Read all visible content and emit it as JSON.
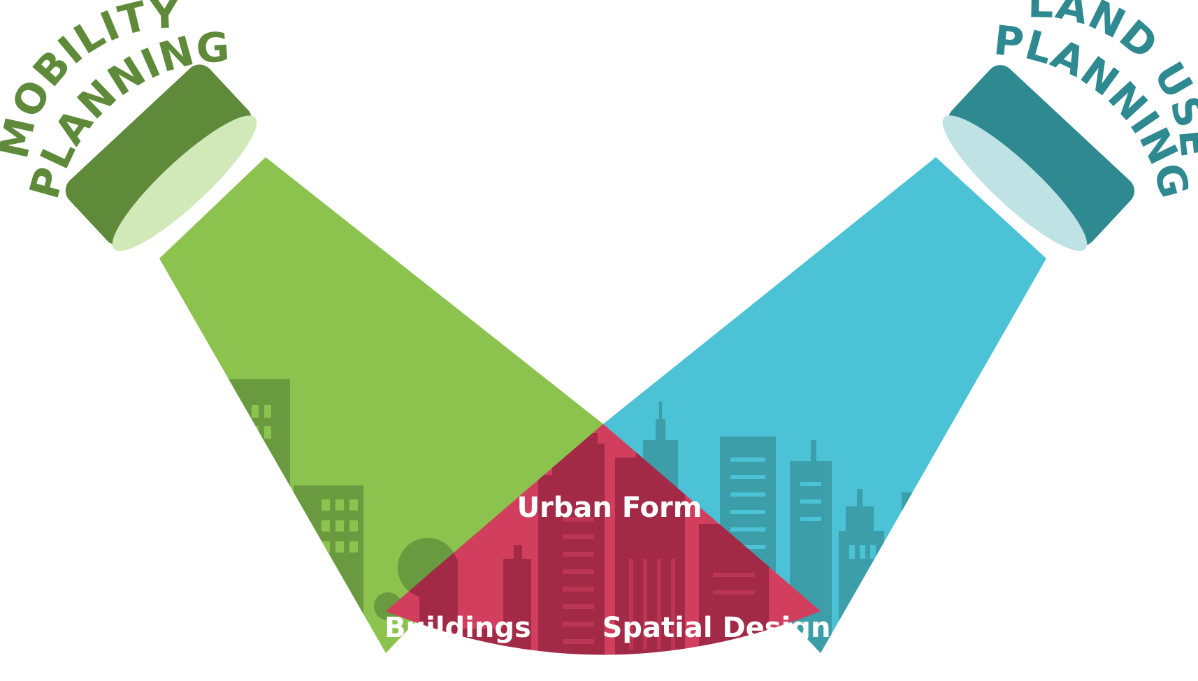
{
  "left_spotlight": {
    "line1": "MOBILITY",
    "line2": "PLANNING",
    "colors": {
      "text": "#5e8a3a",
      "beam": "#8bc34e",
      "housing": "#5e8a3a",
      "lens": "#d1e8b8",
      "buildings": "#6a9a3f"
    }
  },
  "right_spotlight": {
    "line1": "LAND USE",
    "line2": "PLANNING",
    "colors": {
      "text": "#2e8a90",
      "beam": "#4bc2d6",
      "housing": "#2e8a90",
      "lens": "#bfe3e5",
      "buildings": "#3b9ea9"
    }
  },
  "overlap": {
    "top_label": "Urban Form",
    "bottom_left_label": "Buildings",
    "bottom_right_label": "Spatial Design",
    "colors": {
      "fill": "#d23f5e",
      "buildings": "#a22a47"
    }
  }
}
